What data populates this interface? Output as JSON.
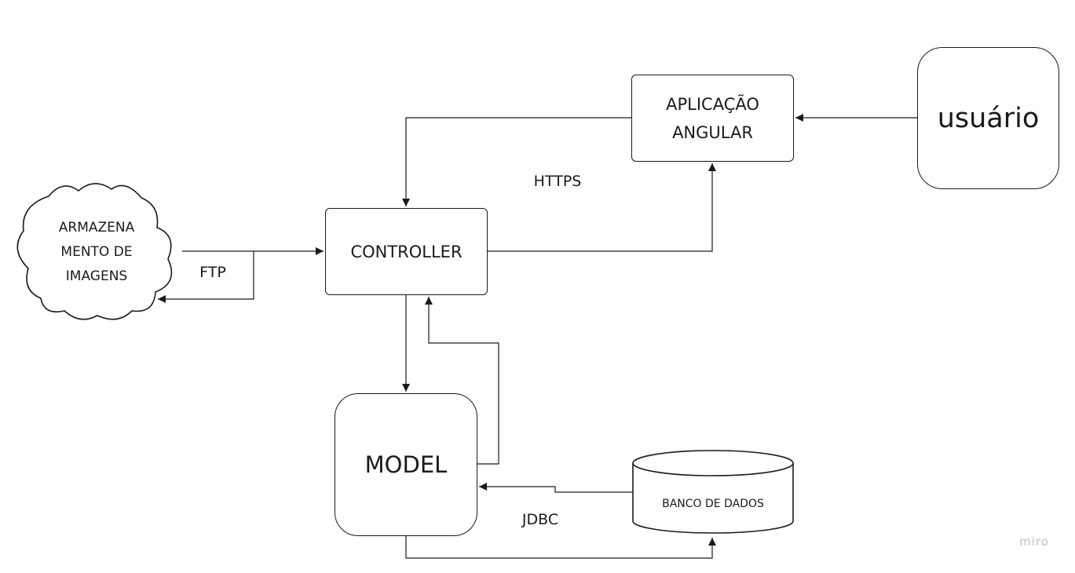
{
  "nodes": {
    "app": "APLICAÇÃO\nANGULAR",
    "user": "usuário",
    "controller": "CONTROLLER",
    "model": "MODEL",
    "storage": "ARMAZENA\nMENTO DE\nIMAGENS",
    "database": "BANCO DE DADOS"
  },
  "edges": {
    "https": "HTTPS",
    "ftp": "FTP",
    "jdbc": "JDBC"
  },
  "brand": "miro",
  "colors": {
    "stroke": "#1a1a1a",
    "background": "#ffffff",
    "brand": "#c0c0c0"
  }
}
